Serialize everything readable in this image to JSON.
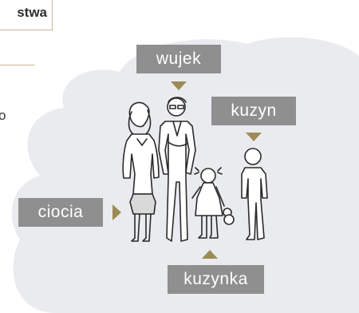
{
  "title": {
    "text": "stwa"
  },
  "side_text": "o",
  "labels": {
    "wujek": "wujek",
    "kuzyn": "kuzyn",
    "ciocia": "ciocia",
    "kuzynka": "kuzynka"
  },
  "colors": {
    "cloud": "#e9ebef",
    "label_bg": "#8f8f8f",
    "arrow": "#9d8a56",
    "rule": "#c9b79a"
  }
}
